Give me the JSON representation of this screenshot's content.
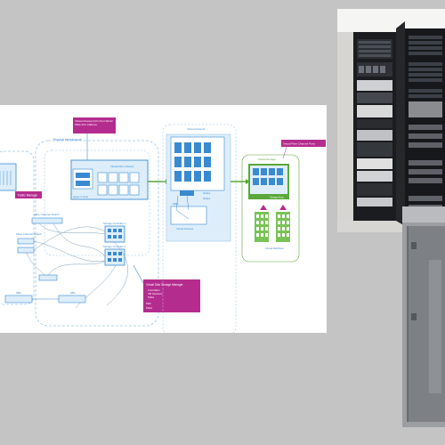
{
  "diagram": {
    "callout_virtual_channel": "Virtual Channel (VC) Port World Wide Port Address",
    "host_group_label": "Physical Infrastructure",
    "fabric_manager_label": "Fabric Manager",
    "fibre_channel_switch_label": "Fibre Channel Switch",
    "fibre_channel_switch_b_label": "Fibre Channel Switch",
    "storage_controller_1_label": "Storage Controller 1",
    "storage_controller_2_label": "Storage Controller 2",
    "virtual_network_label": "Virtual Network",
    "hyperv_host_label": "Hyper-V Host",
    "fabric_left_label": "Virtual Fibre Channel",
    "hbas_label": "HBAs",
    "vswitch_label": "Virtual Channel",
    "port_speed_1": "4Gbps",
    "port_speed_2": "4Gbps",
    "callout_vm_ports": "Virtual Fibre Channel Ports",
    "vm_group_label": "Virtual Storage",
    "vm_group_sub": "Storage Array",
    "virtual_machines_label": "Virtual Machines",
    "sm_title": "Virtual Disk Storage Manager",
    "sm_items": [
      "Controllers",
      "VM Sessions",
      "Paths"
    ],
    "sm_footer": [
      "Path",
      "Paths"
    ],
    "nic_label_1": "HBA",
    "nic_label_2": "HBA"
  },
  "photo_top": {
    "caption": ""
  },
  "photo_bottom": {
    "caption": ""
  },
  "colors": {
    "background": "#c4c4c4",
    "accent_magenta": "#b52c8f",
    "accent_blue": "#3a8ad1",
    "accent_green": "#5aa839",
    "panel_fill": "#ddeefa",
    "vm_green": "#79c356"
  }
}
